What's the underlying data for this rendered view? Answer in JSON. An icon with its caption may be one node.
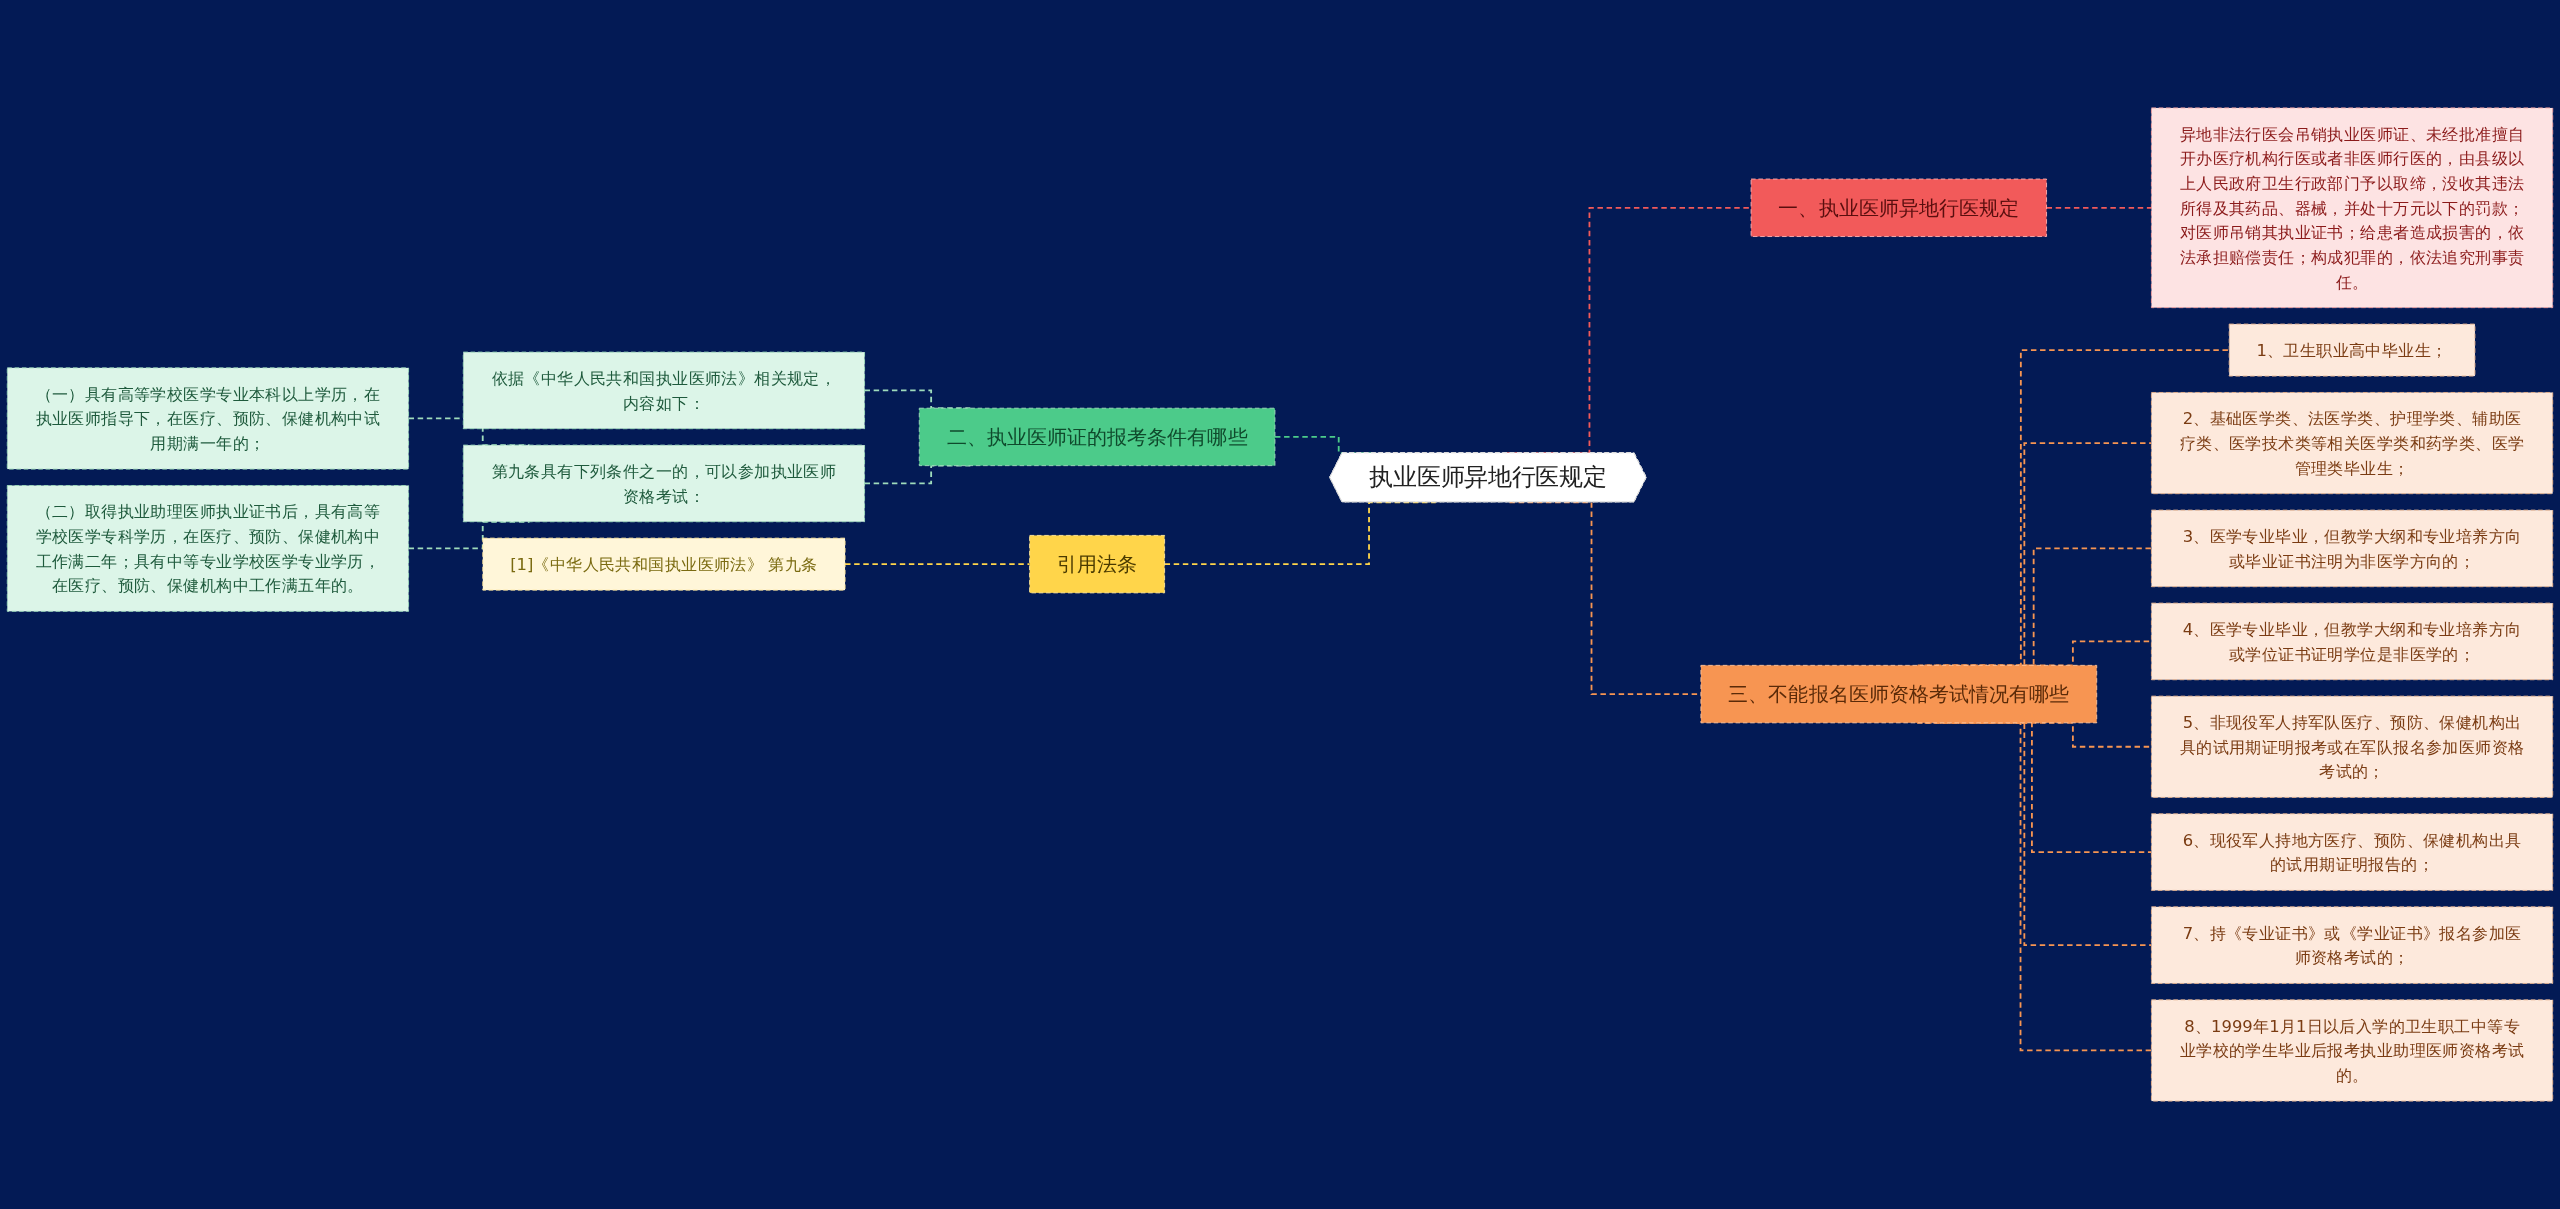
{
  "diagram": {
    "nodes": [
      {
        "text": [
          "执业医师异地行医规定"
        ]
      },
      {
        "text": [
          "一、执业医师异地行医规定"
        ]
      },
      {
        "text": [
          "异地非法行医会吊销执业医师证、未经批准擅自开办医疗机构行医或者非医师行医的，由县级以上人民政府卫生行政部门予以取缔，没收其违法所得及其药品、器械，并处十万元以下的罚款；对医师吊销其执业证书；给患者造成损害的，依法承担赔偿责任；构成犯罪的，依法追究刑事责任。"
        ]
      },
      {
        "text": [
          "三、不能报名医师资格考试情况有哪些"
        ]
      },
      {
        "text": [
          "1、卫生职业高中毕业生；"
        ]
      },
      {
        "text": [
          "2、基础医学类、法医学类、护理学类、辅助医疗类、医学技术类等相关医学类和药学类、医学管理类毕业生；"
        ]
      },
      {
        "text": [
          "3、医学专业毕业，但教学大纲和专业培养方向或毕业证书注明为非医学方向的；"
        ]
      },
      {
        "text": [
          "4、医学专业毕业，但教学大纲和专业培养方向或学位证书证明学位是非医学的；"
        ]
      },
      {
        "text": [
          "5、非现役军人持军队医疗、预防、保健机构出具的试用期证明报考或在军队报名参加医师资格考试的；"
        ]
      },
      {
        "text": [
          "6、现役军人持地方医疗、预防、保健机构出具的试用期证明报告的；"
        ]
      },
      {
        "text": [
          "7、持《专业证书》或《学业证书》报名参加医师资格考试的；"
        ]
      },
      {
        "text": [
          "8、1999年1月1日以后入学的卫生职工中等专业学校的学生毕业后报考执业助理医师资格考试的。"
        ]
      },
      {
        "text": [
          "二、执业医师证的报考条件有哪些"
        ]
      },
      {
        "text": [
          "依据《中华人民共和国执业医师法》相关规定，内容如下："
        ]
      },
      {
        "text": [
          "第九条具有下列条件之一的，可以参加执业医师资格考试："
        ]
      },
      {
        "text": [
          "（一）具有高等学校医学专业本科以上学历，在执业医师指导下，在医疗、预防、保健机构中试用期满一年的；"
        ]
      },
      {
        "text": [
          "（二）取得执业助理医师执业证书后，具有高等学校医学专科学历，在医疗、预防、保健机构中工作满二年；具有中等专业学校医学专业学历，在医疗、预防、保健机构中工作满五年的。"
        ]
      },
      {
        "text": [
          "引用法条"
        ]
      },
      {
        "text": [
          "[1]《中华人民共和国执业医师法》 第九条"
        ]
      }
    ],
    "edges": [
      {
        "from": 0,
        "to": 1,
        "arrow": "none",
        "style": "dashed",
        "color": "#f25a5a"
      },
      {
        "from": 1,
        "to": 2,
        "arrow": "none",
        "style": "dashed",
        "color": "#f25a5a"
      },
      {
        "from": 0,
        "to": 3,
        "arrow": "none",
        "style": "dashed"
      },
      {
        "from": 3,
        "to": 4,
        "arrow": "none",
        "style": "dashed"
      },
      {
        "from": 3,
        "to": 5,
        "arrow": "none",
        "style": "dashed"
      },
      {
        "from": 3,
        "to": 6,
        "arrow": "none",
        "style": "dashed"
      },
      {
        "from": 3,
        "to": 7,
        "arrow": "none",
        "style": "dashed"
      },
      {
        "from": 3,
        "to": 8,
        "arrow": "none",
        "style": "dashed"
      },
      {
        "from": 3,
        "to": 9,
        "arrow": "none",
        "style": "dashed"
      },
      {
        "from": 3,
        "to": 10,
        "arrow": "none",
        "style": "dashed"
      },
      {
        "from": 3,
        "to": 11,
        "arrow": "none",
        "style": "dashed"
      },
      {
        "from": 12,
        "to": 0,
        "arrow": "none",
        "style": "dashed",
        "color": "#4ccb8a"
      },
      {
        "from": 13,
        "to": 12,
        "arrow": "none",
        "style": "dashed",
        "color": "#9fdcbc"
      },
      {
        "from": 14,
        "to": 12,
        "arrow": "none",
        "style": "dashed",
        "color": "#9fdcbc"
      },
      {
        "from": 15,
        "to": 14,
        "arrow": "none",
        "style": "dashed",
        "color": "#9fdcbc"
      },
      {
        "from": 16,
        "to": 14,
        "arrow": "none",
        "style": "dashed",
        "color": "#9fdcbc"
      },
      {
        "from": 17,
        "to": 0,
        "arrow": "none",
        "style": "dashed",
        "color": "#ffd54a"
      },
      {
        "from": 18,
        "to": 17,
        "arrow": "none",
        "style": "dashed",
        "color": "#ffd54a"
      }
    ]
  }
}
